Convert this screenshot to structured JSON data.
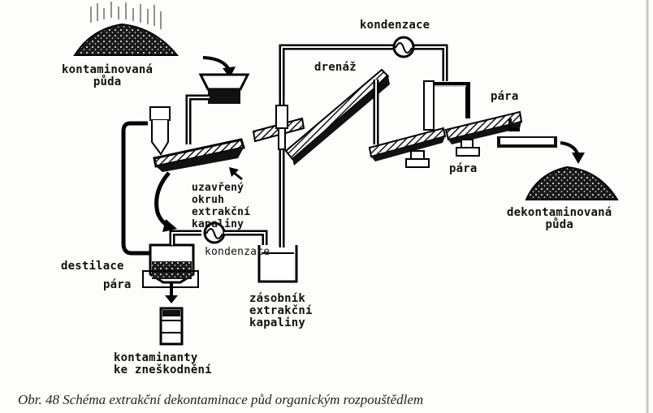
{
  "labels": {
    "contaminated_soil": "kontaminovaná\npůda",
    "closed_loop": "uzavřený\nokruh\nextrakční\nkapaliny",
    "distillation": "destilace",
    "steam_left": "pára",
    "condensation_bottom": "kondenzace",
    "reservoir": "zásobník\nextrakční\nkapaliny",
    "contaminants": "kontaminanty\nke zneškodnění",
    "condensation_top": "kondenzace",
    "drainage": "drenáž",
    "steam_top": "pára",
    "steam_mid": "pára",
    "decontaminated_soil": "dekontaminovaná\npůda"
  },
  "caption": "Obr. 48  Schéma extrakční dekontaminace půd organickým rozpouštědlem"
}
